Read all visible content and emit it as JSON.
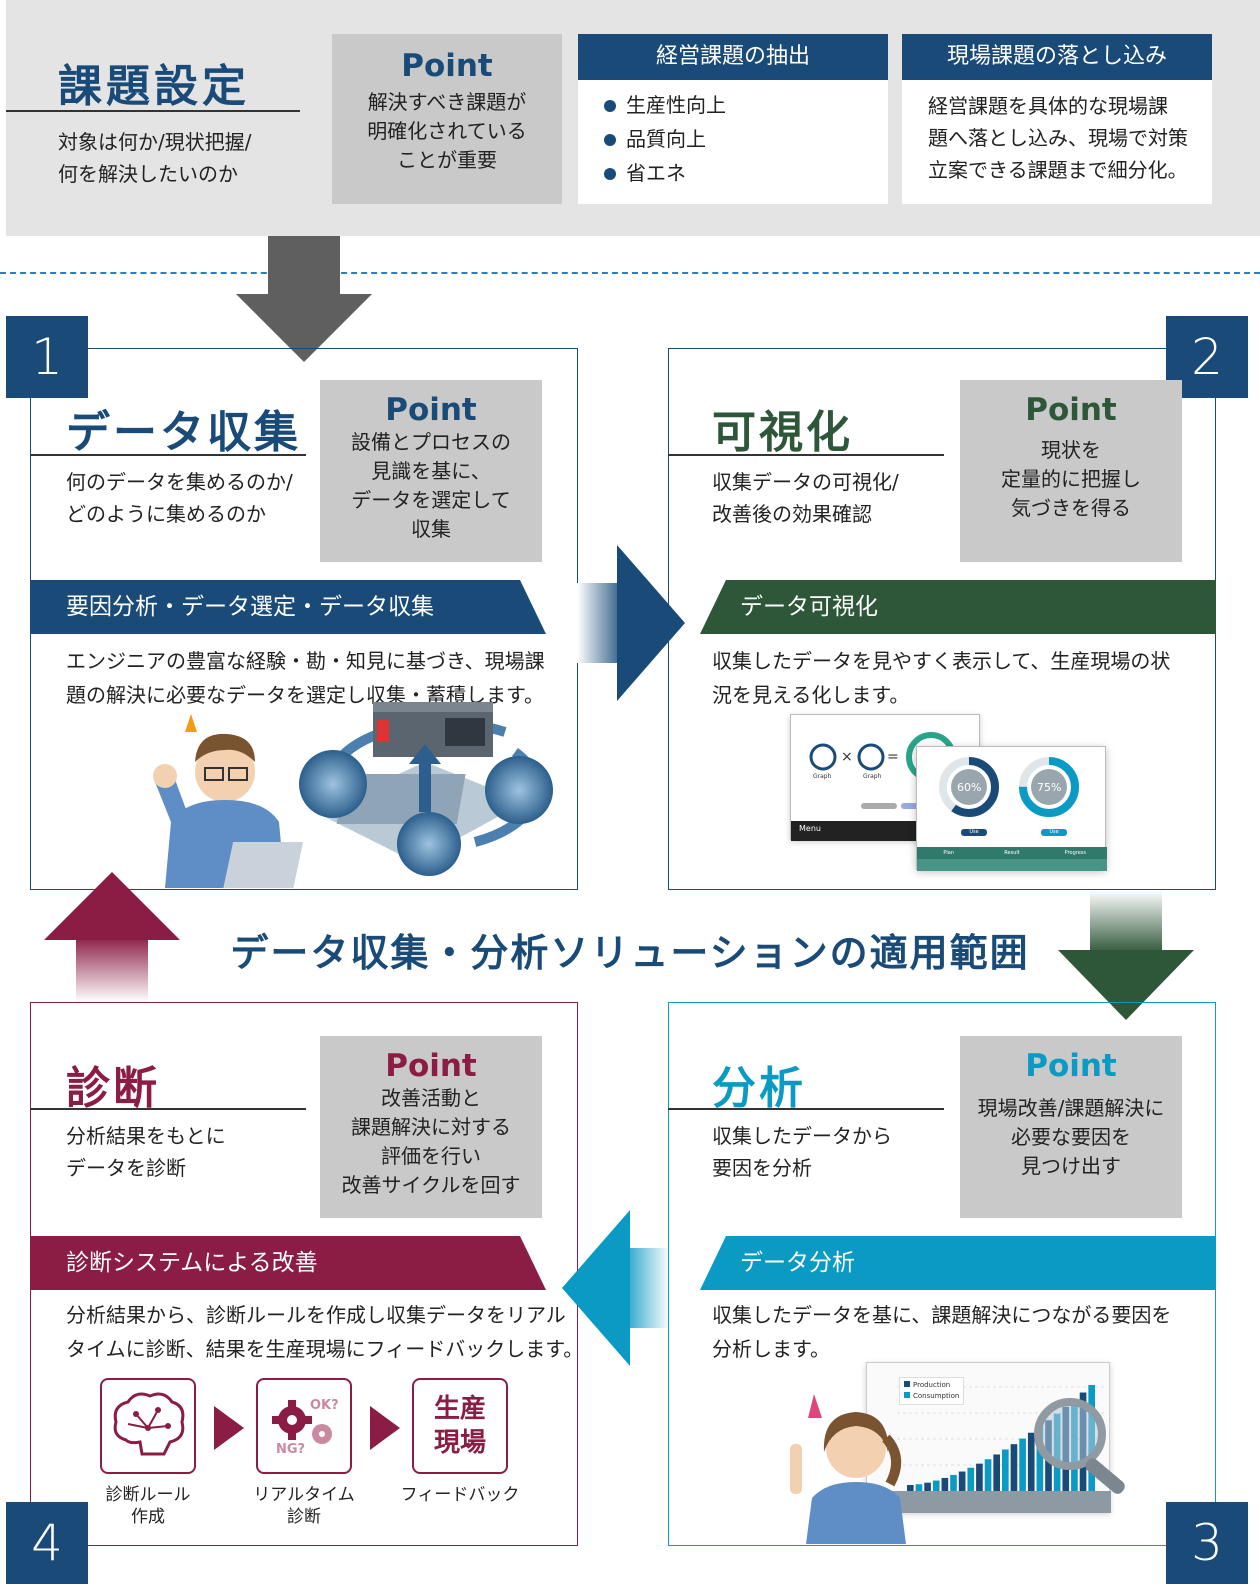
{
  "top": {
    "title": "課題設定",
    "desc": "対象は何か/現状把握/\n何を解決したいのか",
    "point_title": "Point",
    "point_text": "解決すべき課題が\n明確化されている\nことが重要",
    "extract_head": "経営課題の抽出",
    "extract_items": [
      "生産性向上",
      "品質向上",
      "省エネ"
    ],
    "drill_head": "現場課題の落とし込み",
    "drill_text": "経営課題を具体的な現場課\n題へ落とし込み、現場で対策\n立案できる課題まで細分化。"
  },
  "center_title": "データ収集・分析ソリューションの適用範囲",
  "cards": [
    {
      "num": "1",
      "title": "データ収集",
      "desc": "何のデータを集めるのか/\nどのように集めるのか",
      "point_title": "Point",
      "point_text": "設備とプロセスの\n見識を基に、\nデータを選定して\n収集",
      "band": "要因分析・データ選定・データ収集",
      "band_text": "エンジニアの豊富な経験・勘・知見に基づき、現場課\n題の解決に必要なデータを選定し収集・蓄積します。"
    },
    {
      "num": "2",
      "title": "可視化",
      "desc": "収集データの可視化/\n改善後の効果確認",
      "point_title": "Point",
      "point_text": "現状を\n定量的に把握し\n気づきを得る",
      "band": "データ可視化",
      "band_text": "収集したデータを見やすく表示して、生産現場の状\n況を見える化します。",
      "screen": {
        "gauge1": "60%",
        "gauge2": "75%",
        "graph": "Graph",
        "use": "Use",
        "menu": "Menu",
        "cols": [
          "Plan",
          "Result",
          "Progress"
        ],
        "plan_val": 0.6,
        "result_val": 0.75
      }
    },
    {
      "num": "3",
      "title": "分析",
      "desc": "収集したデータから\n要因を分析",
      "point_title": "Point",
      "point_text": "現場改善/課題解決に\n必要な要因を\n見つけ出す",
      "band": "データ分析",
      "band_text": "収集したデータを基に、課題解決につながる要因を\n分析します。",
      "legend": [
        "Production",
        "Consumption"
      ]
    },
    {
      "num": "4",
      "title": "診断",
      "desc": "分析結果をもとに\nデータを診断",
      "point_title": "Point",
      "point_text": "改善活動と\n課題解決に対する\n評価を行い\n改善サイクルを回す",
      "band": "診断システムによる改善",
      "band_text": "分析結果から、診断ルールを作成し収集データをリアル\nタイムに診断、結果を生産現場にフィードバックします。",
      "flow": [
        {
          "label": "診断ルール\n作成"
        },
        {
          "label": "リアルタイム\n診断",
          "ok": "OK?",
          "ng": "NG?"
        },
        {
          "label": "フィードバック",
          "box_text": "生産\n現場"
        }
      ]
    }
  ],
  "colors": {
    "navy": "#1a4b78",
    "green": "#2e5638",
    "teal": "#0b9ac4",
    "crimson": "#8b1c44",
    "gray": "#c9c9c9"
  }
}
